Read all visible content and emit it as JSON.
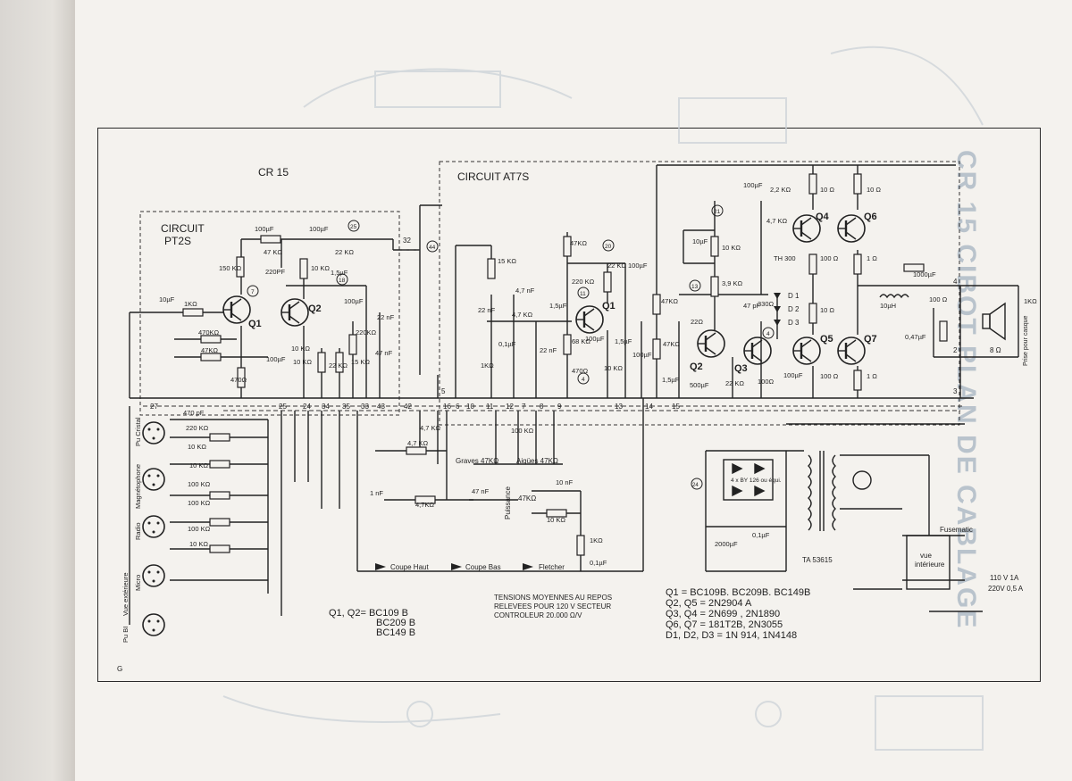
{
  "document": {
    "block_cr15": "CR 15",
    "block_pt2s_line1": "CIRCUIT",
    "block_pt2s_line2": "PT2S",
    "block_at7s": "CIRCUIT  AT7S",
    "ghost_title": "CR 15 CIBOT  PLAN DE CABLAGE",
    "corner_mark": "G",
    "transformer_label": "TA 53615",
    "fuse_title": "Fusematic",
    "fuse_line1": "vue",
    "fuse_line2": "intérieure",
    "mains_1": "110 V 1A",
    "mains_2": "220V 0,5 A",
    "speaker_label": "8 Ω",
    "speaker_jack": "Prise pour casque",
    "notes_tension_1": "TENSIONS MOYENNES AU REPOS",
    "notes_tension_2": "RELEVEES POUR 120 V SECTEUR",
    "notes_tension_3": "CONTROLEUR 20.000 Ω/V",
    "q12_1": "Q1, Q2= BC109 B",
    "q12_2": "BC209 B",
    "q12_3": "BC149 B",
    "eq_1": "Q1 = BC109B. BC209B. BC149B",
    "eq_2": "Q2, Q5 = 2N2904 A",
    "eq_3": "Q3, Q4 = 2N699 , 2N1890",
    "eq_4": "Q6, Q7 = 181T2B, 2N3055",
    "eq_5": "D1, D2, D3 = 1N 914, 1N4148",
    "switches": [
      "Coupe Haut",
      "Coupe Bas",
      "Fletcher"
    ],
    "inputs": [
      "Pu Cristal",
      "Magnétophone",
      "Radio",
      "Micro",
      "Vue extérieure",
      "Pu BI"
    ],
    "pot_graves": "Graves 47KΩ",
    "pot_aigues": "Aigües 47KΩ",
    "pot_puissance": "Puissance",
    "pot_puissance_val": "47KΩ",
    "diode_bridge": "4 x BY 126 ou équi.",
    "transistors": [
      "Q1",
      "Q2",
      "Q1",
      "Q2",
      "Q3",
      "Q4",
      "Q5",
      "Q6",
      "Q7"
    ],
    "diodes": [
      "D 1",
      "D 2",
      "D 3"
    ],
    "test_points": [
      "7",
      "18",
      "25",
      "44",
      "20",
      "11",
      "4",
      "21",
      "13",
      "24",
      "4"
    ],
    "terminals": [
      "27",
      "25",
      "24",
      "34",
      "35",
      "33",
      "43",
      "42",
      "5",
      "16",
      "6",
      "10",
      "11",
      "12",
      "7",
      "8",
      "9",
      "13",
      "14",
      "15",
      "3",
      "32",
      "4",
      "2"
    ],
    "components_pt2s": [
      "100µF",
      "100µF",
      "47 KΩ",
      "22 KΩ",
      "220PF",
      "150 KΩ",
      "10 KΩ",
      "10µF",
      "1KΩ",
      "1,5µF",
      "100µF",
      "470KΩ",
      "47KΩ",
      "100µF",
      "10 KΩ",
      "22 KΩ",
      "220KΩ",
      "15 KΩ",
      "22 nF",
      "47 nF",
      "470Ω",
      "10 KΩ"
    ],
    "components_at7s": [
      "47KΩ",
      "15 KΩ",
      "4,7 nF",
      "22 nF",
      "4,7 KΩ",
      "0,1µF",
      "22 nF",
      "1KΩ",
      "1,5µF",
      "22 KΩ",
      "220 KΩ",
      "100µF",
      "68 KΩ",
      "470Ω",
      "1,5µF",
      "10 KΩ",
      "100µF",
      "100µF",
      "47KΩ",
      "47KΩ",
      "22Ω",
      "1,5µF",
      "500µF",
      "22 KΩ",
      "47 pF",
      "330Ω",
      "100µF",
      "100Ω",
      "10µF",
      "10 KΩ",
      "3,9 KΩ",
      "100µF",
      "2,2 KΩ",
      "4,7 KΩ",
      "TH 300",
      "10 Ω",
      "100 Ω",
      "10 Ω",
      "100 Ω",
      "1 Ω",
      "1 Ω",
      "100 Ω",
      "10 Ω",
      "1000µF",
      "10µH",
      "0,47µF",
      "1KΩ"
    ],
    "components_input": [
      "470 pF",
      "220 KΩ",
      "10 KΩ",
      "10 KΩ",
      "100 KΩ",
      "100 KΩ",
      "100 KΩ",
      "10 KΩ",
      "4,7 KΩ",
      "4,7 KΩ",
      "1 nF",
      "4,7KΩ",
      "47 nF",
      "10 nF",
      "10 KΩ",
      "1KΩ",
      "0,1µF",
      "100 KΩ"
    ],
    "components_psu": [
      "2000µF",
      "0,1µF",
      "24"
    ]
  }
}
